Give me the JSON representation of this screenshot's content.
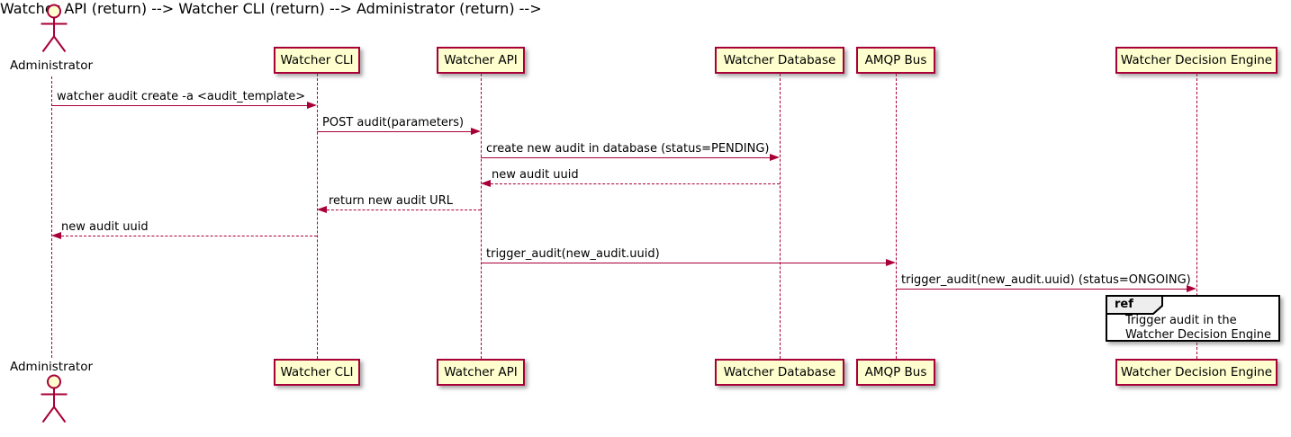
{
  "colors": {
    "accent": "#A80036",
    "participant_fill": "#FEFECE",
    "ref_tab_fill": "#EEEEEE",
    "text_color": "#000000",
    "bg": "#FFFFFF"
  },
  "actor": {
    "label": "Administrator"
  },
  "participants": [
    {
      "label": "Watcher CLI"
    },
    {
      "label": "Watcher API"
    },
    {
      "label": "Watcher Database"
    },
    {
      "label": "AMQP Bus"
    },
    {
      "label": "Watcher Decision Engine"
    }
  ],
  "messages": [
    {
      "label": "watcher audit create -a <audit_template>",
      "from": "Administrator",
      "to": "Watcher CLI",
      "style": "solid"
    },
    {
      "label": "POST audit(parameters)",
      "from": "Watcher CLI",
      "to": "Watcher API",
      "style": "solid"
    },
    {
      "label": "create new audit in database (status=PENDING)",
      "from": "Watcher API",
      "to": "Watcher Database",
      "style": "solid"
    },
    {
      "label": "new audit uuid",
      "from": "Watcher Database",
      "to": "Watcher API",
      "style": "dashed"
    },
    {
      "label": "return new audit URL",
      "from": "Watcher API",
      "to": "Watcher CLI",
      "style": "dashed"
    },
    {
      "label": "new audit uuid",
      "from": "Watcher CLI",
      "to": "Administrator",
      "style": "dashed"
    },
    {
      "label": "trigger_audit(new_audit.uuid)",
      "from": "Watcher API",
      "to": "AMQP Bus",
      "style": "solid"
    },
    {
      "label": "trigger_audit(new_audit.uuid) (status=ONGOING)",
      "from": "AMQP Bus",
      "to": "Watcher Decision Engine",
      "style": "solid"
    }
  ],
  "ref": {
    "keyword": "ref",
    "lines": [
      "Trigger audit in the",
      "Watcher Decision Engine"
    ]
  }
}
